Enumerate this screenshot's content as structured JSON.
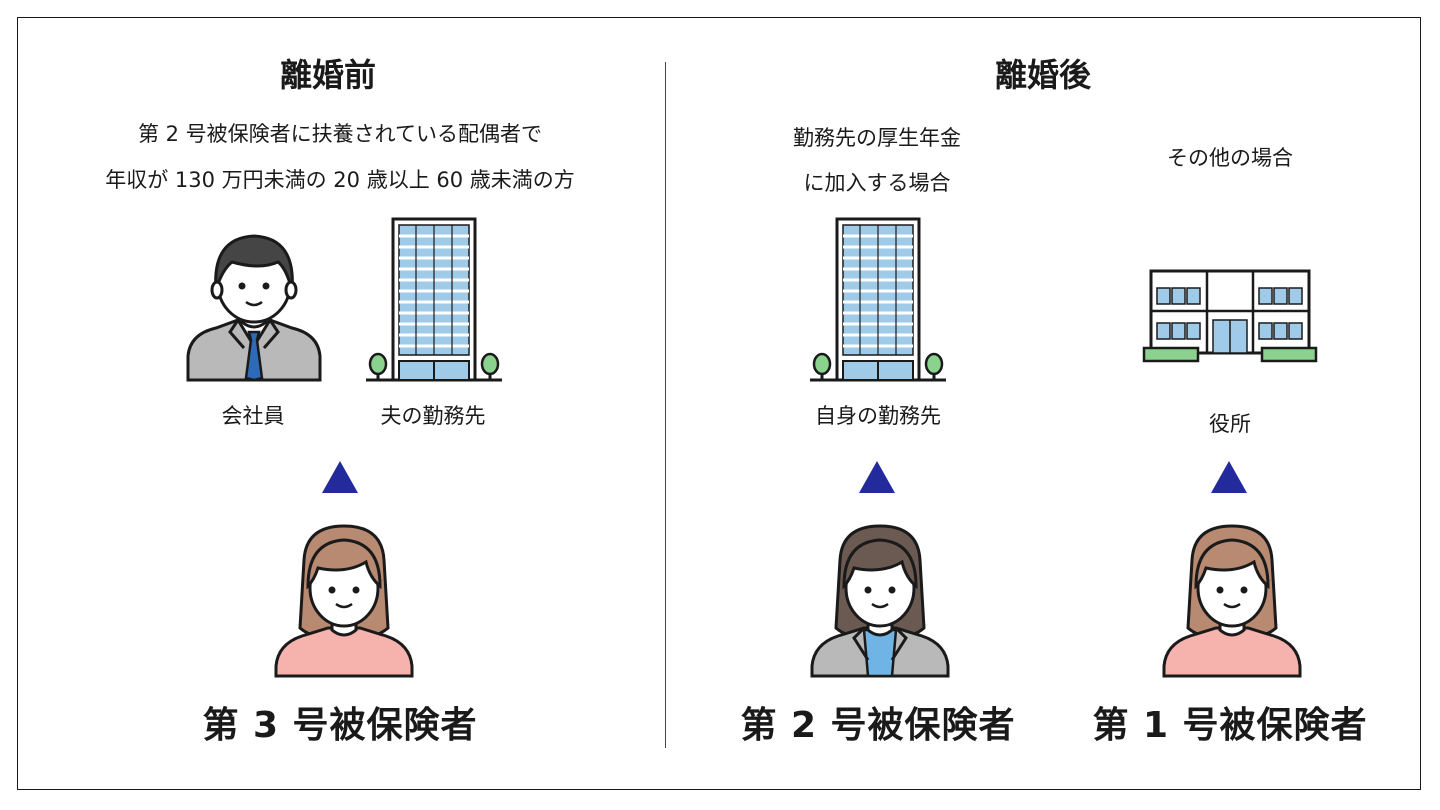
{
  "before": {
    "heading": "離婚前",
    "description_line1": "第 2 号被保険者に扶養されている配偶者で",
    "description_line2": "年収が 130 万円未満の 20 歳以上 60 歳未満の方",
    "labels": {
      "employee": "会社員",
      "husband_workplace": "夫の勤務先"
    },
    "status": "第 3 号被保険者"
  },
  "after": {
    "heading": "離婚後",
    "case_employed": {
      "condition_line1": "勤務先の厚生年金",
      "condition_line2": "に加入する場合",
      "label": "自身の勤務先",
      "status": "第 2 号被保険者"
    },
    "case_other": {
      "condition": "その他の場合",
      "label": "役所",
      "status": "第 1 号被保険者"
    }
  },
  "colors": {
    "arrow": "#232a9c",
    "building_window": "#9fcbe8",
    "tree": "#8bd28f",
    "woman_shirt_pink": "#f6b3ae",
    "hair_brown": "#b98a72",
    "hair_dark": "#6b5a52",
    "suit_gray": "#b9b9b9",
    "tie_blue": "#2d6bb8"
  },
  "icons": [
    "businessman-icon",
    "office-tower-icon",
    "woman-icon",
    "businesswoman-icon",
    "city-hall-icon"
  ]
}
